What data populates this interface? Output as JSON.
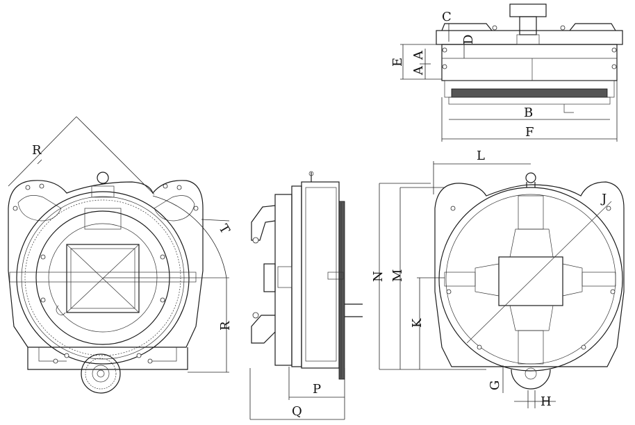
{
  "labels": {
    "front_R_diag": "R",
    "front_T": "T",
    "front_R_radius": "R",
    "top_C": "C",
    "top_D": "D",
    "top_E": "E",
    "top_A1": "A",
    "top_A2": "A",
    "top_B": "B",
    "top_F": "F",
    "side_N": "N",
    "side_M": "M",
    "side_P": "P",
    "side_Q": "Q",
    "right_L": "L",
    "right_J": "J",
    "right_K": "K",
    "right_G": "G",
    "right_H": "H"
  }
}
